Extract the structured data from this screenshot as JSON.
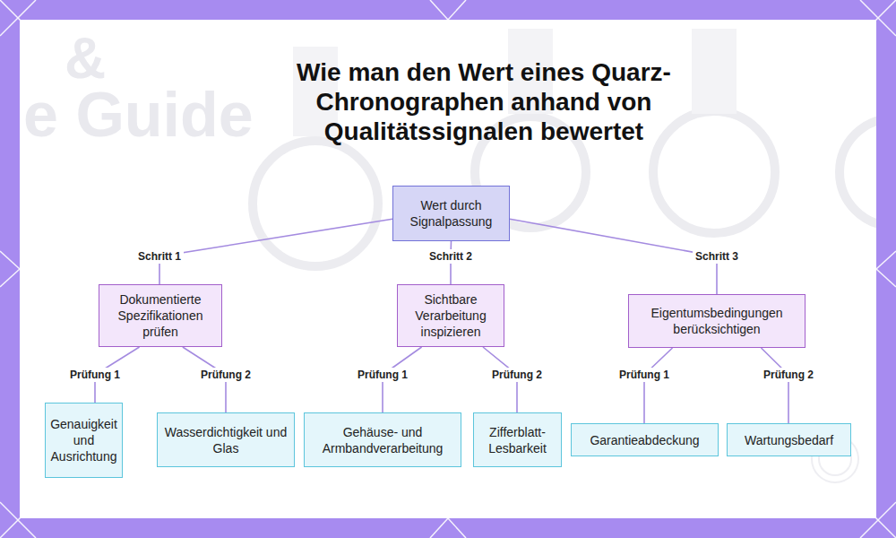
{
  "diagram": {
    "title": "Wie man den Wert eines Quarz-Chronographen anhand von Qualitätssignalen bewertet",
    "nodes": [
      {
        "text": [
          "Wert durch Signalpassung"
        ]
      },
      {
        "text": [
          "Dokumentierte Spezifikationen prüfen"
        ]
      },
      {
        "text": [
          "Sichtbare Verarbeitung inspizieren"
        ]
      },
      {
        "text": [
          "Eigentumsbedingungen berücksichtigen"
        ]
      },
      {
        "text": [
          "Genauigkeit und Ausrichtung"
        ]
      },
      {
        "text": [
          "Wasserdichtigkeit und Glas"
        ]
      },
      {
        "text": [
          "Gehäuse- und Armbandverarbeitung"
        ]
      },
      {
        "text": [
          "Zifferblatt-Lesbarkeit"
        ]
      },
      {
        "text": [
          "Garantieabdeckung"
        ]
      },
      {
        "text": [
          "Wartungsbedarf"
        ]
      }
    ],
    "edges": [
      {
        "from": 0,
        "to": 1,
        "label": "Schritt 1",
        "arrow": "none"
      },
      {
        "from": 0,
        "to": 2,
        "label": "Schritt 2",
        "arrow": "none"
      },
      {
        "from": 0,
        "to": 3,
        "label": "Schritt 3",
        "arrow": "none"
      },
      {
        "from": 1,
        "to": 4,
        "label": "Prüfung 1",
        "arrow": "none"
      },
      {
        "from": 1,
        "to": 5,
        "label": "Prüfung 2",
        "arrow": "none"
      },
      {
        "from": 2,
        "to": 6,
        "label": "Prüfung 1",
        "arrow": "none"
      },
      {
        "from": 2,
        "to": 7,
        "label": "Prüfung 2",
        "arrow": "none"
      },
      {
        "from": 3,
        "to": 8,
        "label": "Prüfung 1",
        "arrow": "none"
      },
      {
        "from": 3,
        "to": 9,
        "label": "Prüfung 2",
        "arrow": "none"
      }
    ],
    "labels": [
      "&",
      "e Guide"
    ]
  }
}
